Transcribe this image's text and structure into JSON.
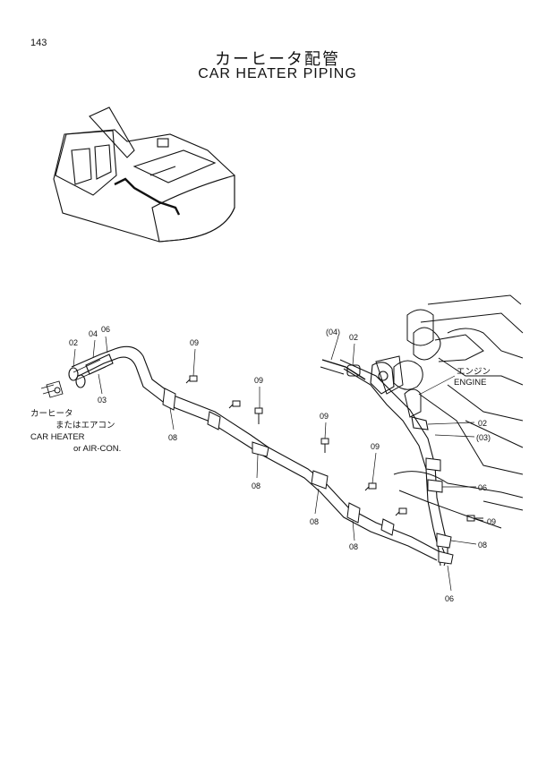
{
  "page_number": "143",
  "title_jp": "カーヒータ配管",
  "title_en": "CAR HEATER PIPING",
  "engine_label_jp": "エンジン",
  "engine_label_en": "ENGINE",
  "heater_note_jp_1": "カーヒータ",
  "heater_note_jp_2": "またはエアコン",
  "heater_note_en_1": "CAR HEATER",
  "heater_note_en_2": "or AIR-CON.",
  "callouts": {
    "c02a": "02",
    "c04a": "04",
    "c06a": "06",
    "c03a": "03",
    "c09a": "09",
    "c08a": "08",
    "c09b": "09",
    "c08b": "08",
    "c09c": "09",
    "c08c": "08",
    "c09d": "09",
    "c08d": "08",
    "c04b": "(04)",
    "c02b": "02",
    "c02c": "02",
    "c03b": "(03)",
    "c06b": "06",
    "c09e": "09",
    "c08e": "08",
    "c06c": "06"
  }
}
